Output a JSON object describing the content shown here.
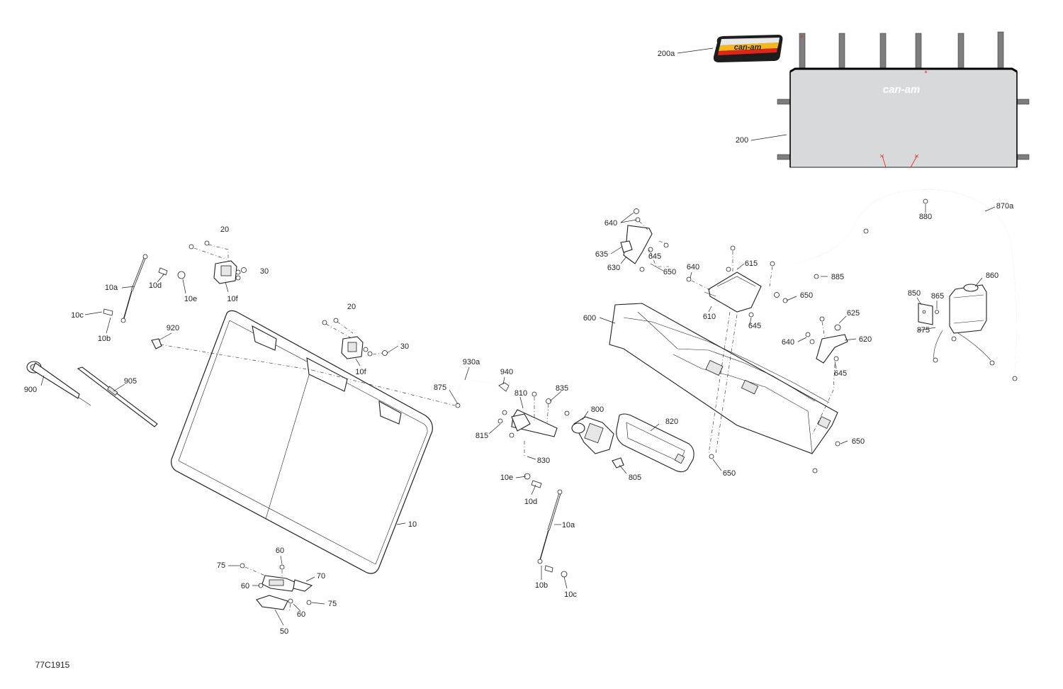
{
  "diagram": {
    "code": "77C1915",
    "logo_text": "can-am",
    "net_logo_text": "can-am",
    "colors": {
      "logo_black": "#1d1d1b",
      "logo_red": "#e2231a",
      "logo_yellow": "#f5b819",
      "net_fill": "#d8d9da",
      "strap": "#7d7d7d",
      "marker_red": "#e2231a"
    },
    "labels": {
      "l200a": "200a",
      "l200": "200",
      "l20a": "20",
      "l30a": "30",
      "l10d_a": "10d",
      "l10a_a": "10a",
      "l10e_a": "10e",
      "l10f_a": "10f",
      "l10c_a": "10c",
      "l10b_a": "10b",
      "l920": "920",
      "l20b": "20",
      "l30b": "30",
      "l10f_b": "10f",
      "l900": "900",
      "l905": "905",
      "l930a": "930a",
      "l940": "940",
      "l875a": "875",
      "l810": "810",
      "l835": "835",
      "l800": "800",
      "l815": "815",
      "l830": "830",
      "l820": "820",
      "l805": "805",
      "l10e_b": "10e",
      "l10d_b": "10d",
      "l10a_b": "10a",
      "l10b_b": "10b",
      "l10c_b": "10c",
      "l10": "10",
      "l60a": "60",
      "l75a": "75",
      "l70": "70",
      "l60b": "60",
      "l75b": "75",
      "l60c": "60",
      "l50": "50",
      "l640a": "640",
      "l635": "635",
      "l645a": "645",
      "l630": "630",
      "l650a": "650",
      "l640b": "640",
      "l615": "615",
      "l650b": "650",
      "l610": "610",
      "l645b": "645",
      "l600": "600",
      "l625": "625",
      "l640c": "640",
      "l620": "620",
      "l645c": "645",
      "l650c": "650",
      "l650d": "650",
      "l880": "880",
      "l870a": "870a",
      "l885": "885",
      "l860": "860",
      "l850": "850",
      "l865": "865",
      "l875b": "875"
    }
  }
}
